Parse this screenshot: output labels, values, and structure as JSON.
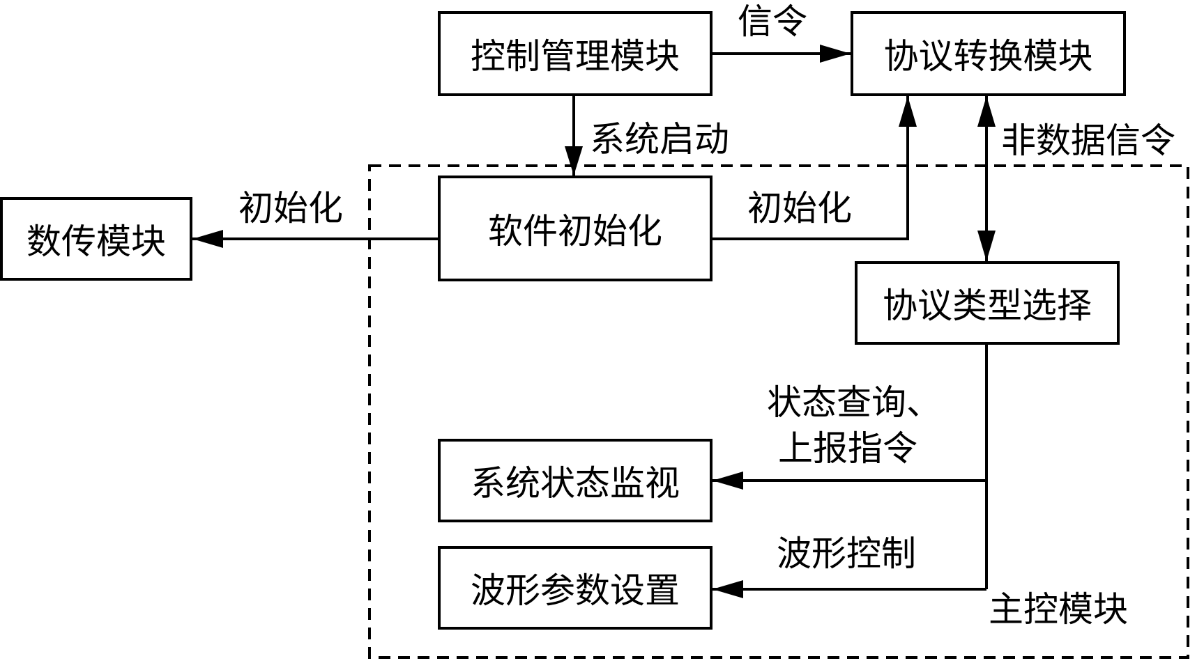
{
  "boxes": {
    "control_mgmt": "控制管理模块",
    "protocol_conv": "协议转换模块",
    "data_trans": "数传模块",
    "software_init": "软件初始化",
    "protocol_select": "协议类型选择",
    "system_monitor": "系统状态监视",
    "waveform_param": "波形参数设置"
  },
  "labels": {
    "signaling": "信令",
    "system_start": "系统启动",
    "init_left": "初始化",
    "init_right": "初始化",
    "non_data_signaling": "非数据信令",
    "status_query_line1": "状态查询、",
    "status_query_line2": "上报指令",
    "waveform_control": "波形控制",
    "main_control_module": "主控模块"
  },
  "colors": {
    "stroke": "#000000",
    "background": "#ffffff"
  }
}
